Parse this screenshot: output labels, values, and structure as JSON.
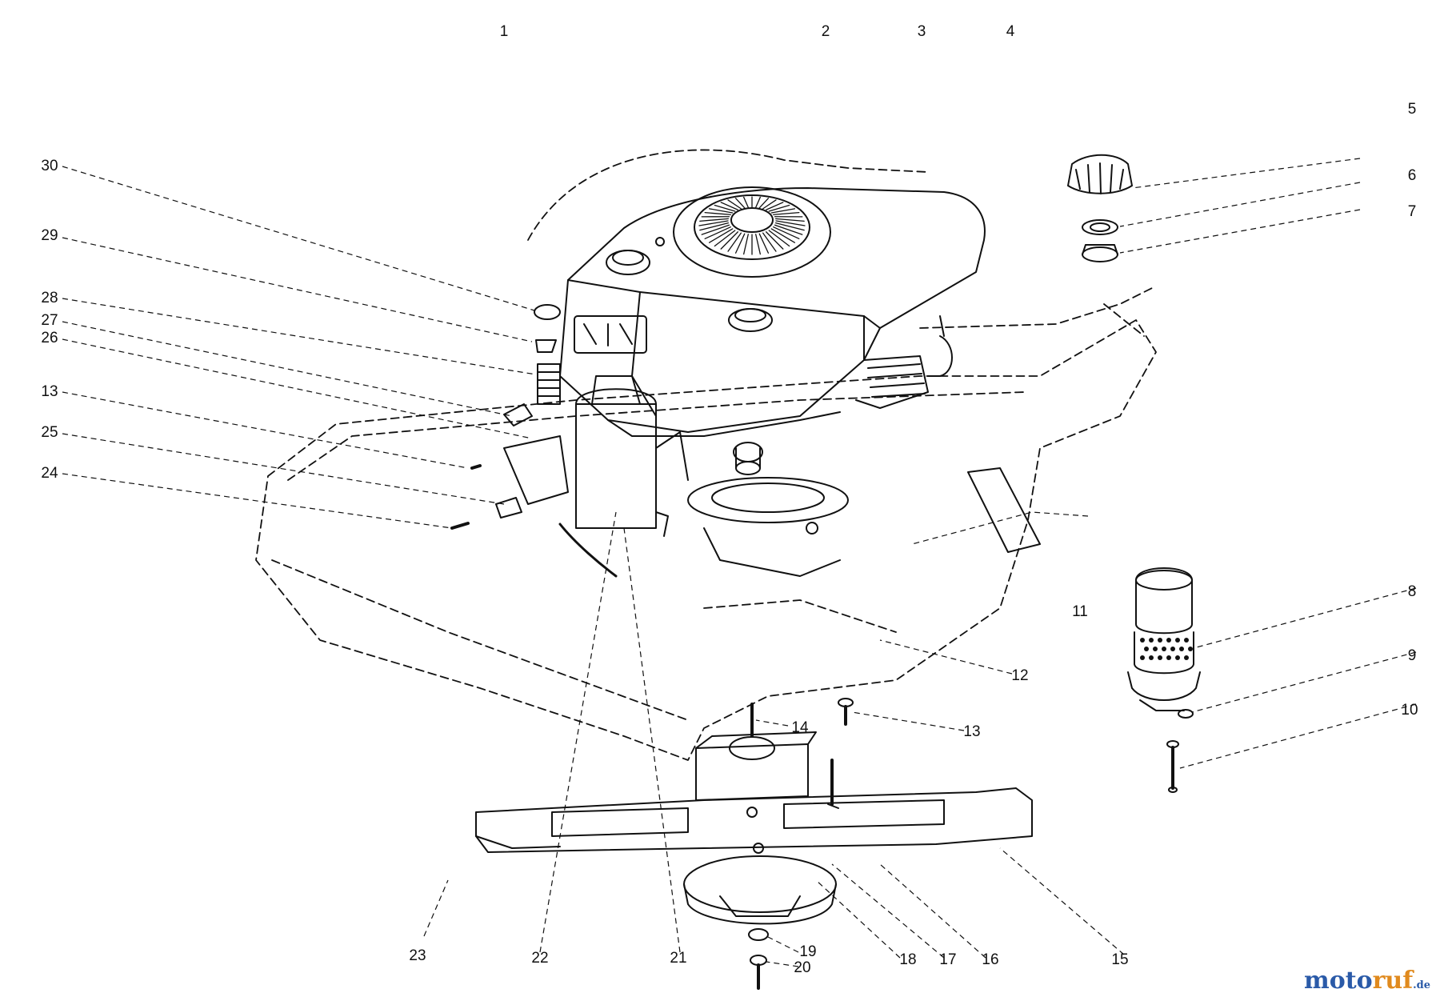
{
  "diagram": {
    "callouts": [
      "1",
      "2",
      "3",
      "4",
      "5",
      "6",
      "7",
      "8",
      "9",
      "10",
      "11",
      "12",
      "13",
      "13",
      "14",
      "15",
      "16",
      "17",
      "18",
      "19",
      "20",
      "21",
      "22",
      "23",
      "24",
      "25",
      "26",
      "27",
      "28",
      "29",
      "30"
    ]
  },
  "watermark": {
    "part1": "moto",
    "part2": "ruf",
    "part3": ".de"
  },
  "colors": {
    "ink": "#111111",
    "background": "#ffffff"
  }
}
